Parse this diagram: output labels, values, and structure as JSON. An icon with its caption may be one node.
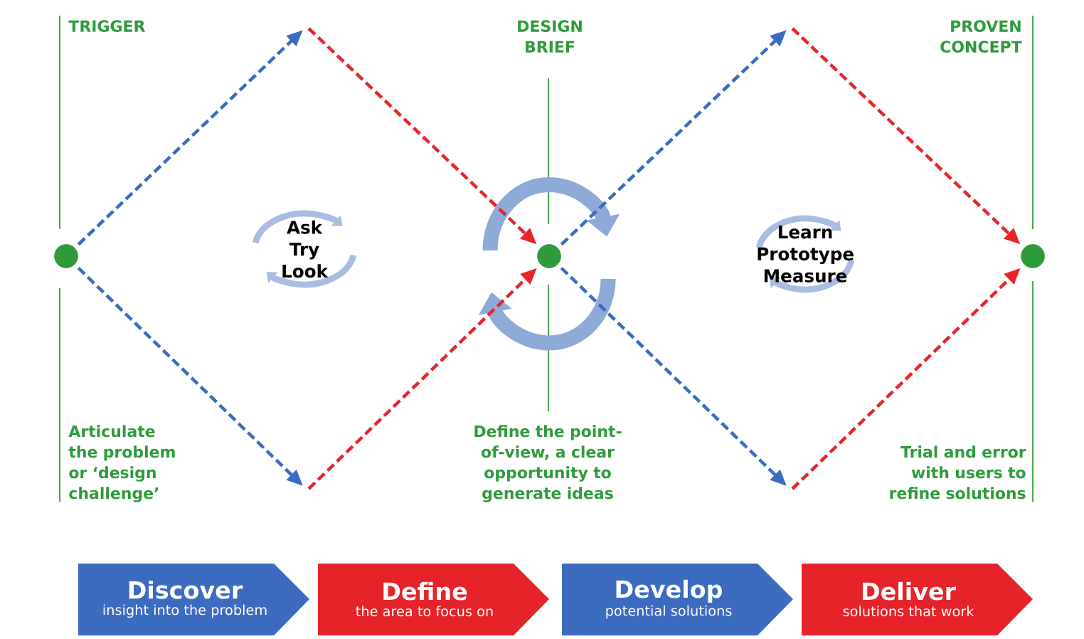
{
  "diagram": {
    "nodes": [
      {
        "text": [],
        "shape": "circle"
      },
      {
        "text": [],
        "shape": "circle"
      },
      {
        "text": [],
        "shape": "circle"
      },
      {
        "text": [
          "Ask Try Look"
        ]
      },
      {
        "text": [
          "Learn Prototype Measure"
        ]
      },
      {
        "text": [
          "Discover",
          "insight into the problem"
        ]
      },
      {
        "text": [
          "Define",
          "the area to focus on"
        ]
      },
      {
        "text": [
          "Develop",
          "potential solutions"
        ]
      },
      {
        "text": [
          "Deliver",
          "solutions that work"
        ]
      }
    ],
    "edges": [
      {
        "from": 0,
        "to": null,
        "arrow": "to",
        "style": "dashed",
        "color": "#3a6cc0"
      },
      {
        "from": 0,
        "to": null,
        "arrow": "to",
        "style": "dashed",
        "color": "#3a6cc0"
      },
      {
        "from": null,
        "to": 1,
        "arrow": "to",
        "style": "dashed",
        "color": "#e5262b"
      },
      {
        "from": null,
        "to": 1,
        "arrow": "to",
        "style": "dashed",
        "color": "#e5262b"
      },
      {
        "from": 1,
        "to": null,
        "arrow": "to",
        "style": "dashed",
        "color": "#3a6cc0"
      },
      {
        "from": 1,
        "to": null,
        "arrow": "to",
        "style": "dashed",
        "color": "#3a6cc0"
      },
      {
        "from": null,
        "to": 2,
        "arrow": "to",
        "style": "dashed",
        "color": "#e5262b"
      },
      {
        "from": null,
        "to": 2,
        "arrow": "to",
        "style": "dashed",
        "color": "#e5262b"
      }
    ],
    "labels": [
      "TRIGGER",
      "DESIGN BRIEF",
      "PROVEN CONCEPT",
      "Articulate the problem or ‘design challenge’",
      "Define the point-of-view, a clear opportunity to generate ideas",
      "Trial and error with users to refine solutions"
    ]
  }
}
